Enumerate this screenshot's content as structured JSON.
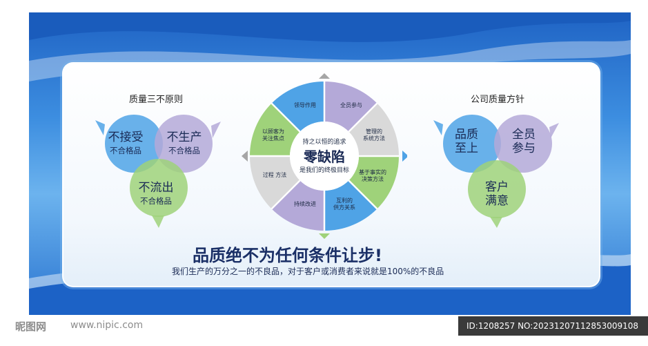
{
  "left_section": {
    "title": "质量三不原则",
    "circles": [
      {
        "big": "不接受",
        "small": "不合格品"
      },
      {
        "big": "不生产",
        "small": "不合格品"
      },
      {
        "big": "不流出",
        "small": "不合格品"
      }
    ]
  },
  "right_section": {
    "title": "公司质量方针",
    "circles": [
      {
        "line1": "品质",
        "line2": "至上"
      },
      {
        "line1": "全员",
        "line2": "参与"
      },
      {
        "line1": "客户",
        "line2": "满意"
      }
    ]
  },
  "wheel": {
    "center_top": "持之以恒的追求",
    "center_main": "零缺陷",
    "center_bottom": "是我们的终极目标",
    "segments": [
      {
        "line1": "领导作用",
        "line2": ""
      },
      {
        "line1": "全员参与",
        "line2": ""
      },
      {
        "line1": "管理的",
        "line2": "系统方法"
      },
      {
        "line1": "基于事实的",
        "line2": "决策方法"
      },
      {
        "line1": "互利的",
        "line2": "供方关系"
      },
      {
        "line1": "持续改进",
        "line2": ""
      },
      {
        "line1": "过程 方法",
        "line2": ""
      },
      {
        "line1": "以顾客为",
        "line2": "关注焦点"
      }
    ]
  },
  "slogan": "品质绝不为任何条件让步!",
  "subslogan": "我们生产的万分之一的不良品，对于客户或消费者来说就是100%的不良品",
  "watermark": {
    "logo": "昵图网",
    "url": "www.nipic.com"
  },
  "id_text": "ID:1208257 NO:20231207112853009108",
  "colors": {
    "blue_circle": "#4fa3e6",
    "purple_circle": "#b4a9d8",
    "green_circle": "#9fd27a",
    "grey_segment": "#d9d9d9",
    "board_blue": "#2a74d0"
  }
}
